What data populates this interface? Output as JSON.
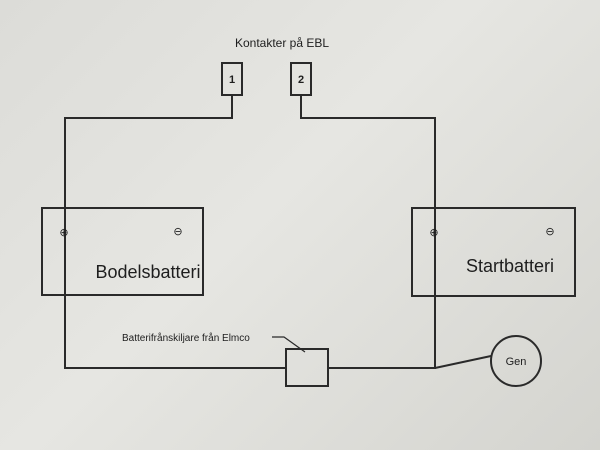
{
  "diagram": {
    "title": "Kontakter på EBL",
    "contacts": [
      {
        "label": "1"
      },
      {
        "label": "2"
      }
    ],
    "batteries": [
      {
        "label": "Bodelsbatteri",
        "positive": "⊕",
        "negative": "⊖"
      },
      {
        "label": "Startbatteri",
        "positive": "⊕",
        "negative": "⊖"
      }
    ],
    "isolator": {
      "label": "Batterifrånskiljare från Elmco"
    },
    "generator": {
      "label": "Gen"
    }
  }
}
